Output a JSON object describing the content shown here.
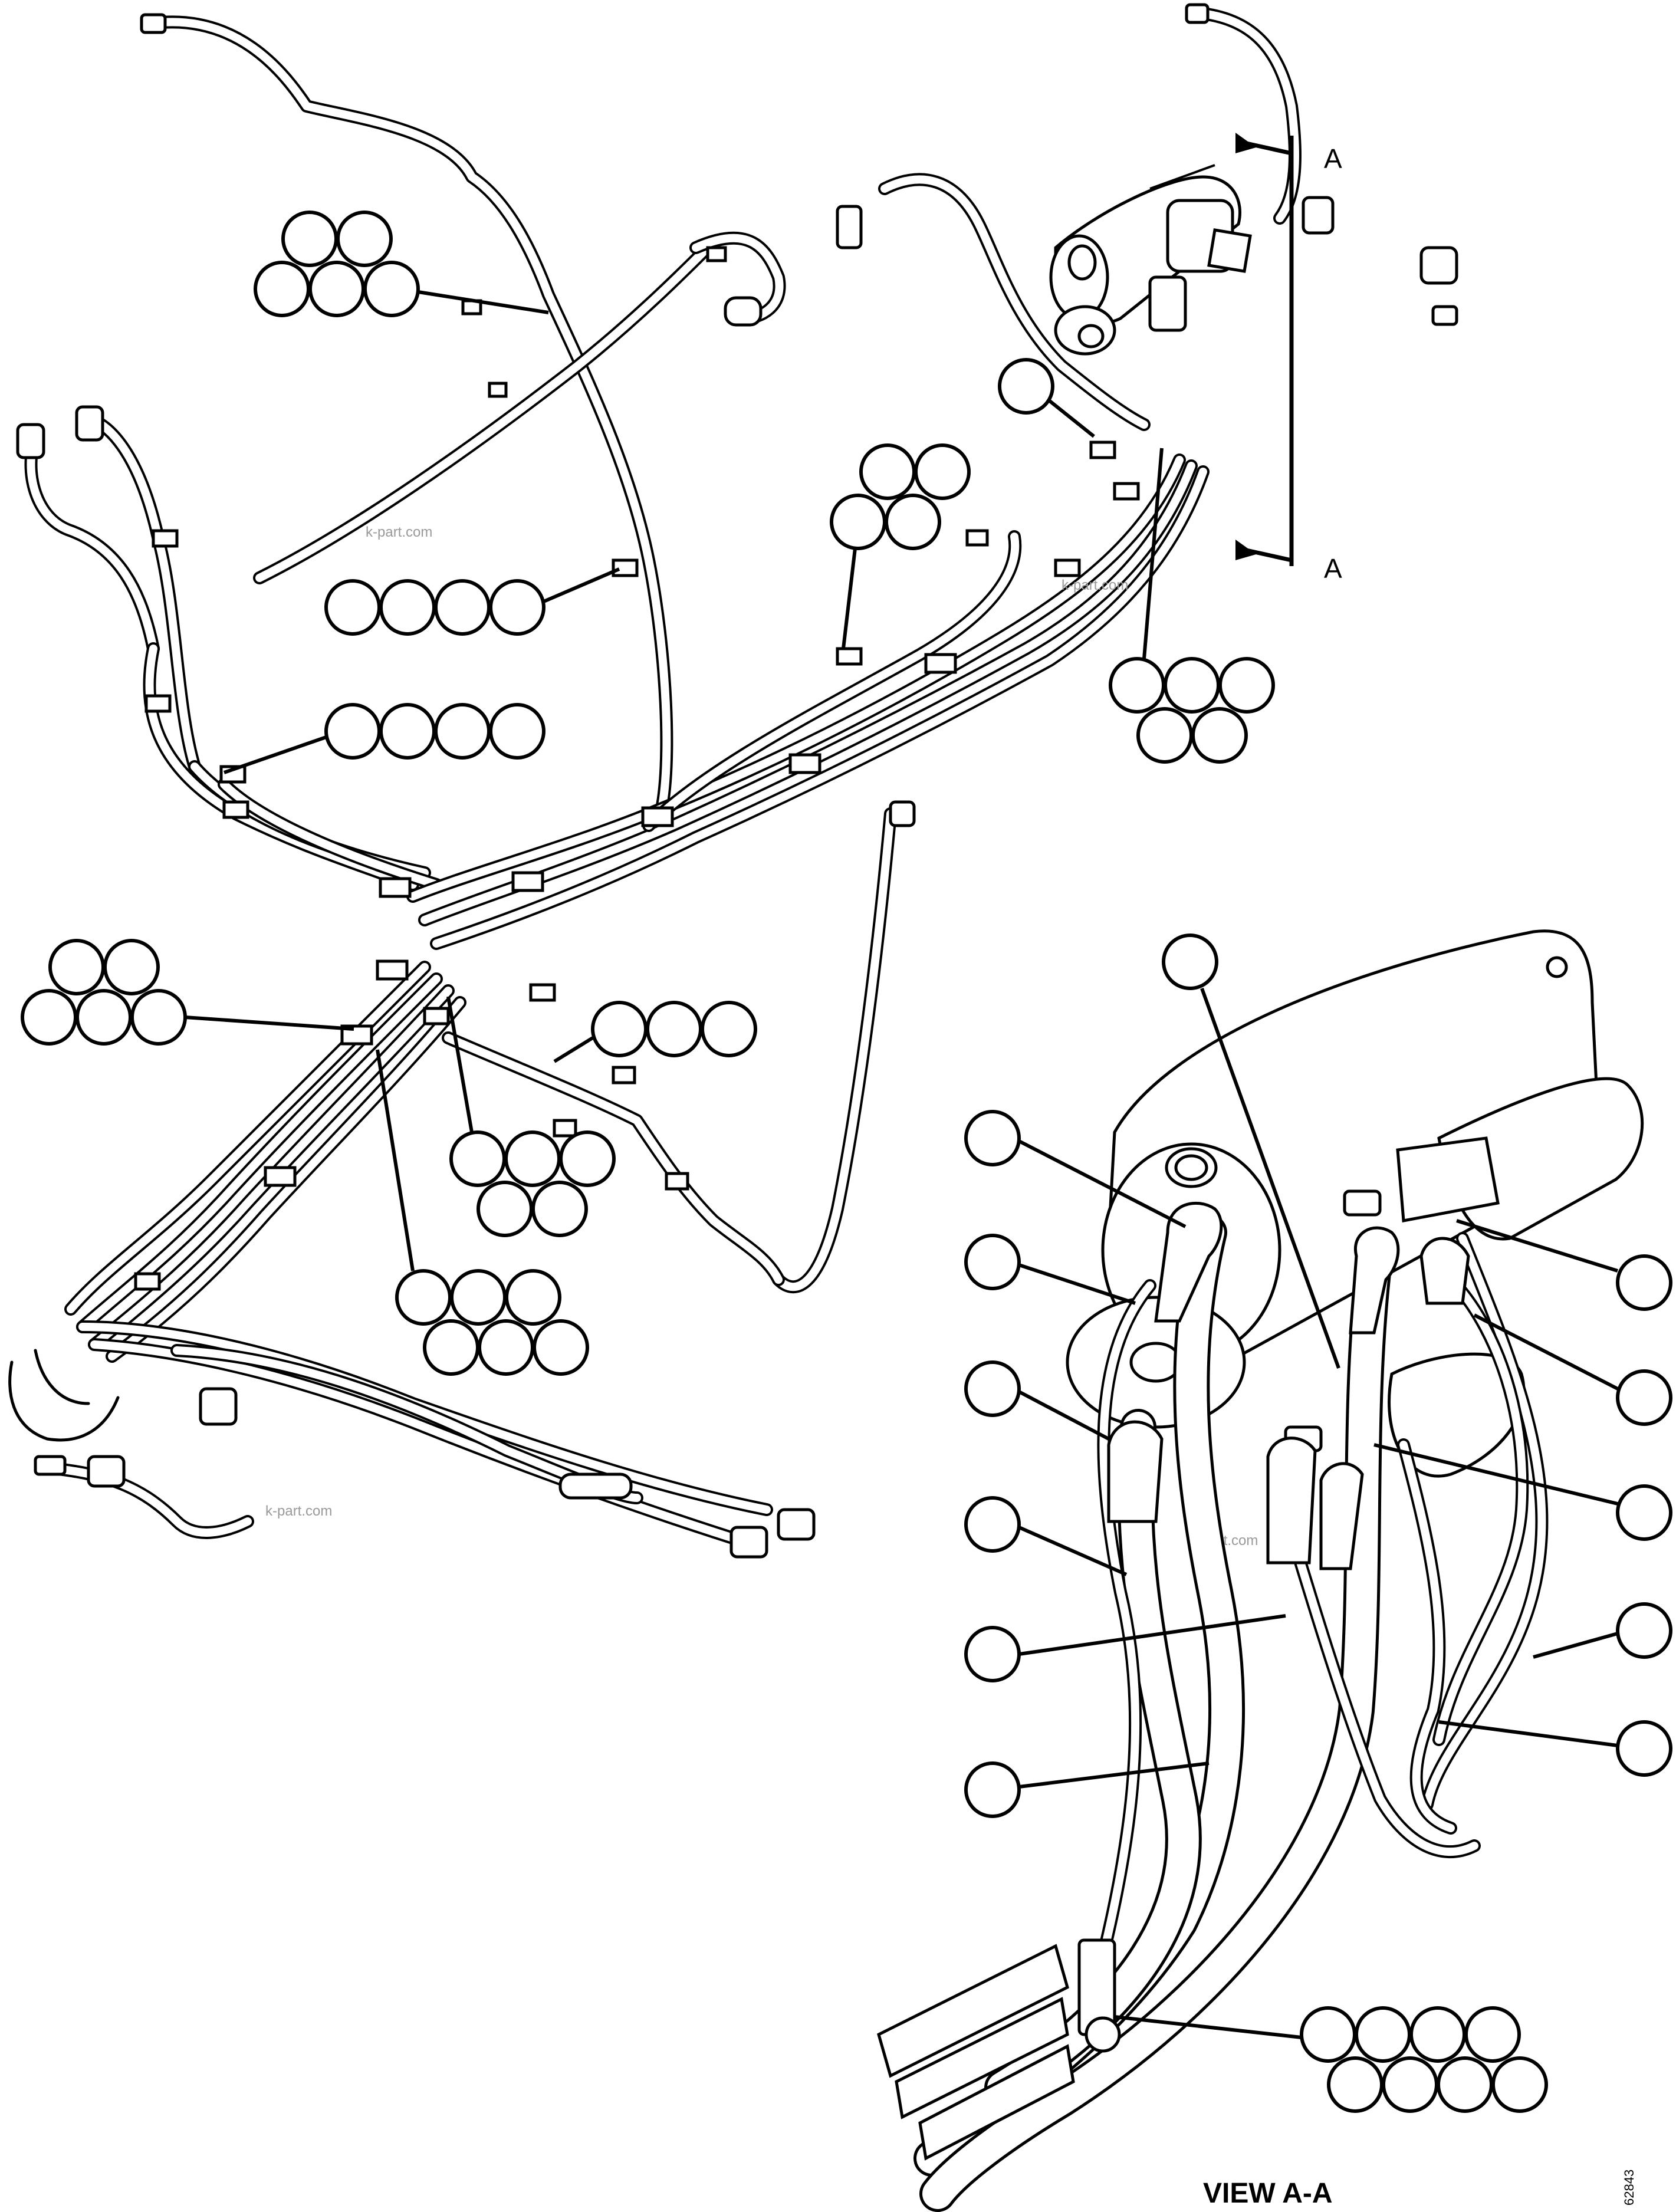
{
  "section_labels": {
    "top": "A",
    "bottom": "A"
  },
  "view_label": "VIEW A-A",
  "reference_number": "62843",
  "watermarks": [
    "k-part.com",
    "k-part.com",
    "k-part.com",
    "k-part.com"
  ],
  "colors": {
    "line": "#000000",
    "background": "#ffffff",
    "watermark": "#9a9a9a"
  }
}
